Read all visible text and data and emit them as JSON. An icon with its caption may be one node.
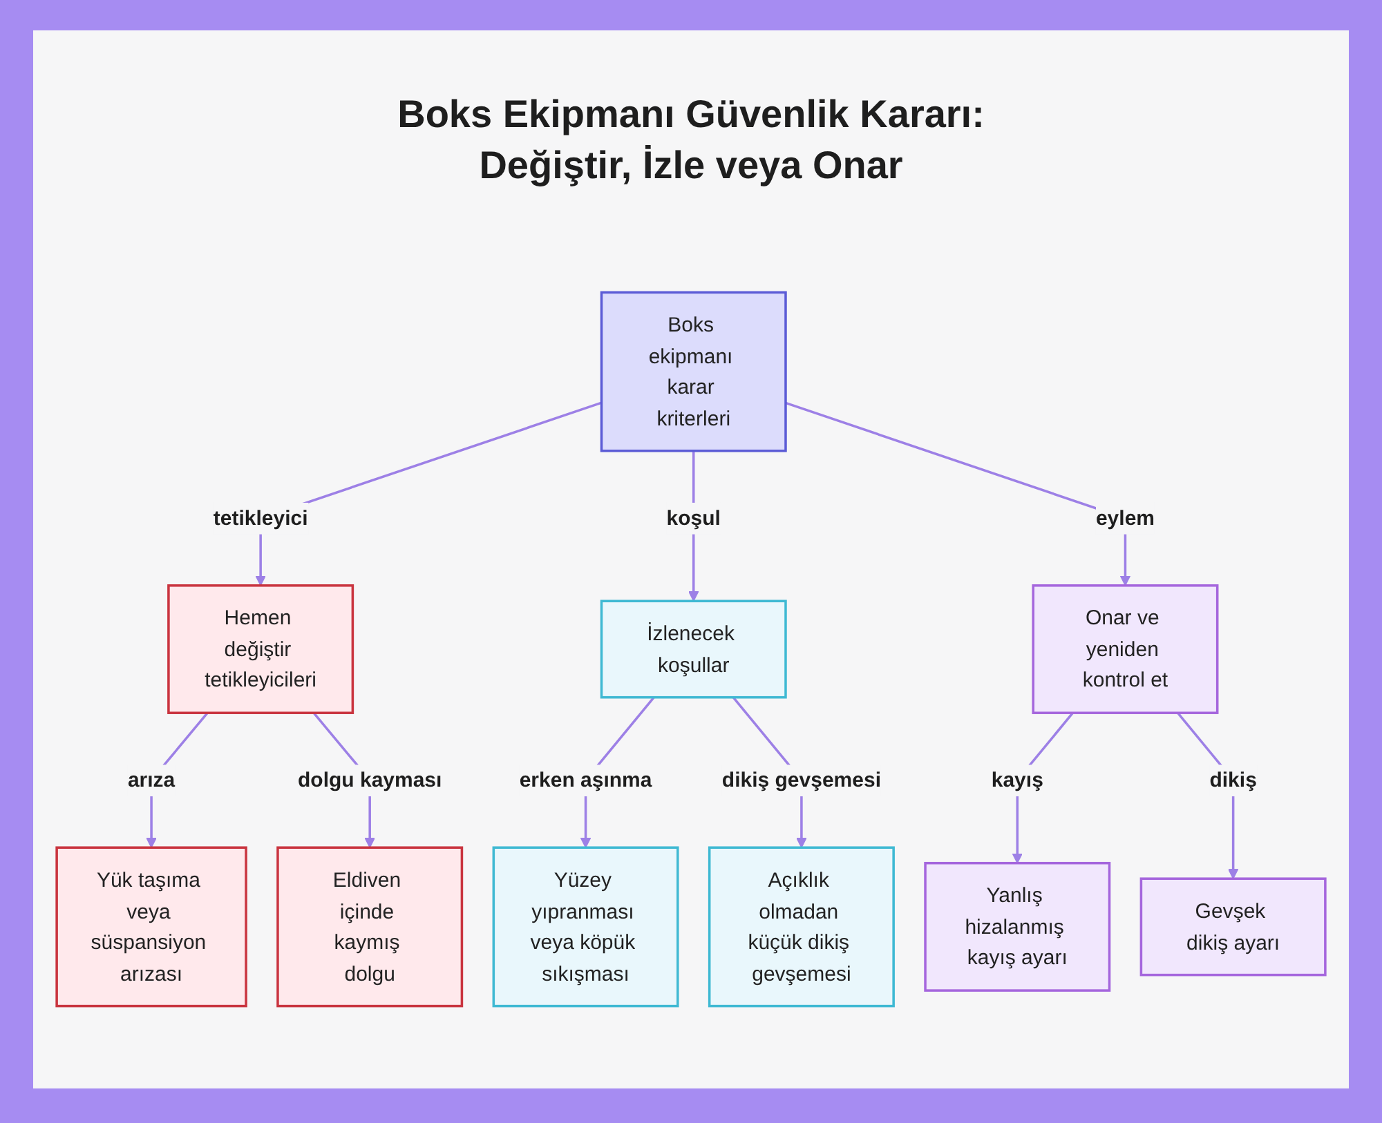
{
  "diagram": {
    "title": "Boks Ekipmanı Güvenlik Kararı: Değiştir, İzle veya Onar",
    "nodes": [
      {
        "text": [
          "Boks ekipmanı karar kriterleri"
        ]
      },
      {
        "text": [
          "Hemen değiştir tetikleyicileri"
        ]
      },
      {
        "text": [
          "İzlenecek koşullar"
        ]
      },
      {
        "text": [
          "Onar ve yeniden kontrol et"
        ]
      },
      {
        "text": [
          "Yük taşıma veya süspansiyon arızası"
        ]
      },
      {
        "text": [
          "Eldiven içinde kaymış dolgu"
        ]
      },
      {
        "text": [
          "Yüzey yıpranması veya köpük sıkışması"
        ]
      },
      {
        "text": [
          "Açıklık olmadan küçük dikiş gevşemesi"
        ]
      },
      {
        "text": [
          "Yanlış hizalanmış kayış ayarı"
        ]
      },
      {
        "text": [
          "Gevşek dikiş ayarı"
        ]
      }
    ],
    "edges": [
      {
        "from": 0,
        "to": 1,
        "arrow": "to",
        "label": "tetikleyici"
      },
      {
        "from": 0,
        "to": 2,
        "arrow": "to",
        "label": "koşul"
      },
      {
        "from": 0,
        "to": 3,
        "arrow": "to",
        "label": "eylem"
      },
      {
        "from": 1,
        "to": 4,
        "arrow": "to",
        "label": "arıza"
      },
      {
        "from": 1,
        "to": 5,
        "arrow": "to",
        "label": "dolgu kayması"
      },
      {
        "from": 2,
        "to": 6,
        "arrow": "to",
        "label": "erken aşınma"
      },
      {
        "from": 2,
        "to": 7,
        "arrow": "to",
        "label": "dikiş gevşemesi"
      },
      {
        "from": 3,
        "to": 8,
        "arrow": "to",
        "label": "kayış"
      },
      {
        "from": 3,
        "to": 9,
        "arrow": "to",
        "label": "dikiş"
      }
    ]
  }
}
